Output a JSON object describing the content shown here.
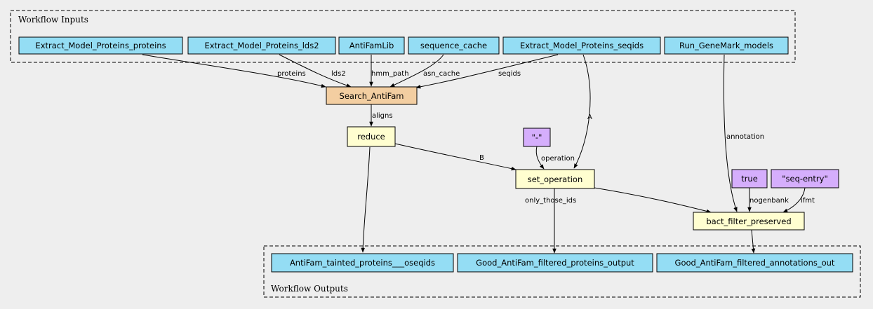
{
  "clusters": {
    "inputs": "Workflow Inputs",
    "outputs": "Workflow Outputs"
  },
  "nodes": {
    "in_proteins": "Extract_Model_Proteins_proteins",
    "in_lds2": "Extract_Model_Proteins_lds2",
    "in_antifamlib": "AntiFamLib",
    "in_seqcache": "sequence_cache",
    "in_seqids": "Extract_Model_Proteins_seqids",
    "in_genemark": "Run_GeneMark_models",
    "search_antifam": "Search_AntiFam",
    "reduce": "reduce",
    "const_dash": "\"-\"",
    "set_operation": "set_operation",
    "const_true": "true",
    "const_seqentry": "\"seq-entry\"",
    "bact_filter": "bact_filter_preserved",
    "out_tainted": "AntiFam_tainted_proteins___oseqids",
    "out_good_proteins": "Good_AntiFam_filtered_proteins_output",
    "out_good_annot": "Good_AntiFam_filtered_annotations_out"
  },
  "edge_labels": {
    "proteins": "proteins",
    "lds2": "lds2",
    "hmm_path": "hmm_path",
    "asn_cache": "asn_cache",
    "seqids": "seqids",
    "aligns": "aligns",
    "A": "A",
    "B": "B",
    "operation": "operation",
    "annotation": "annotation",
    "only_those_ids": "only_those_ids",
    "nogenbank": "nogenbank",
    "ifmt": "ifmt"
  }
}
